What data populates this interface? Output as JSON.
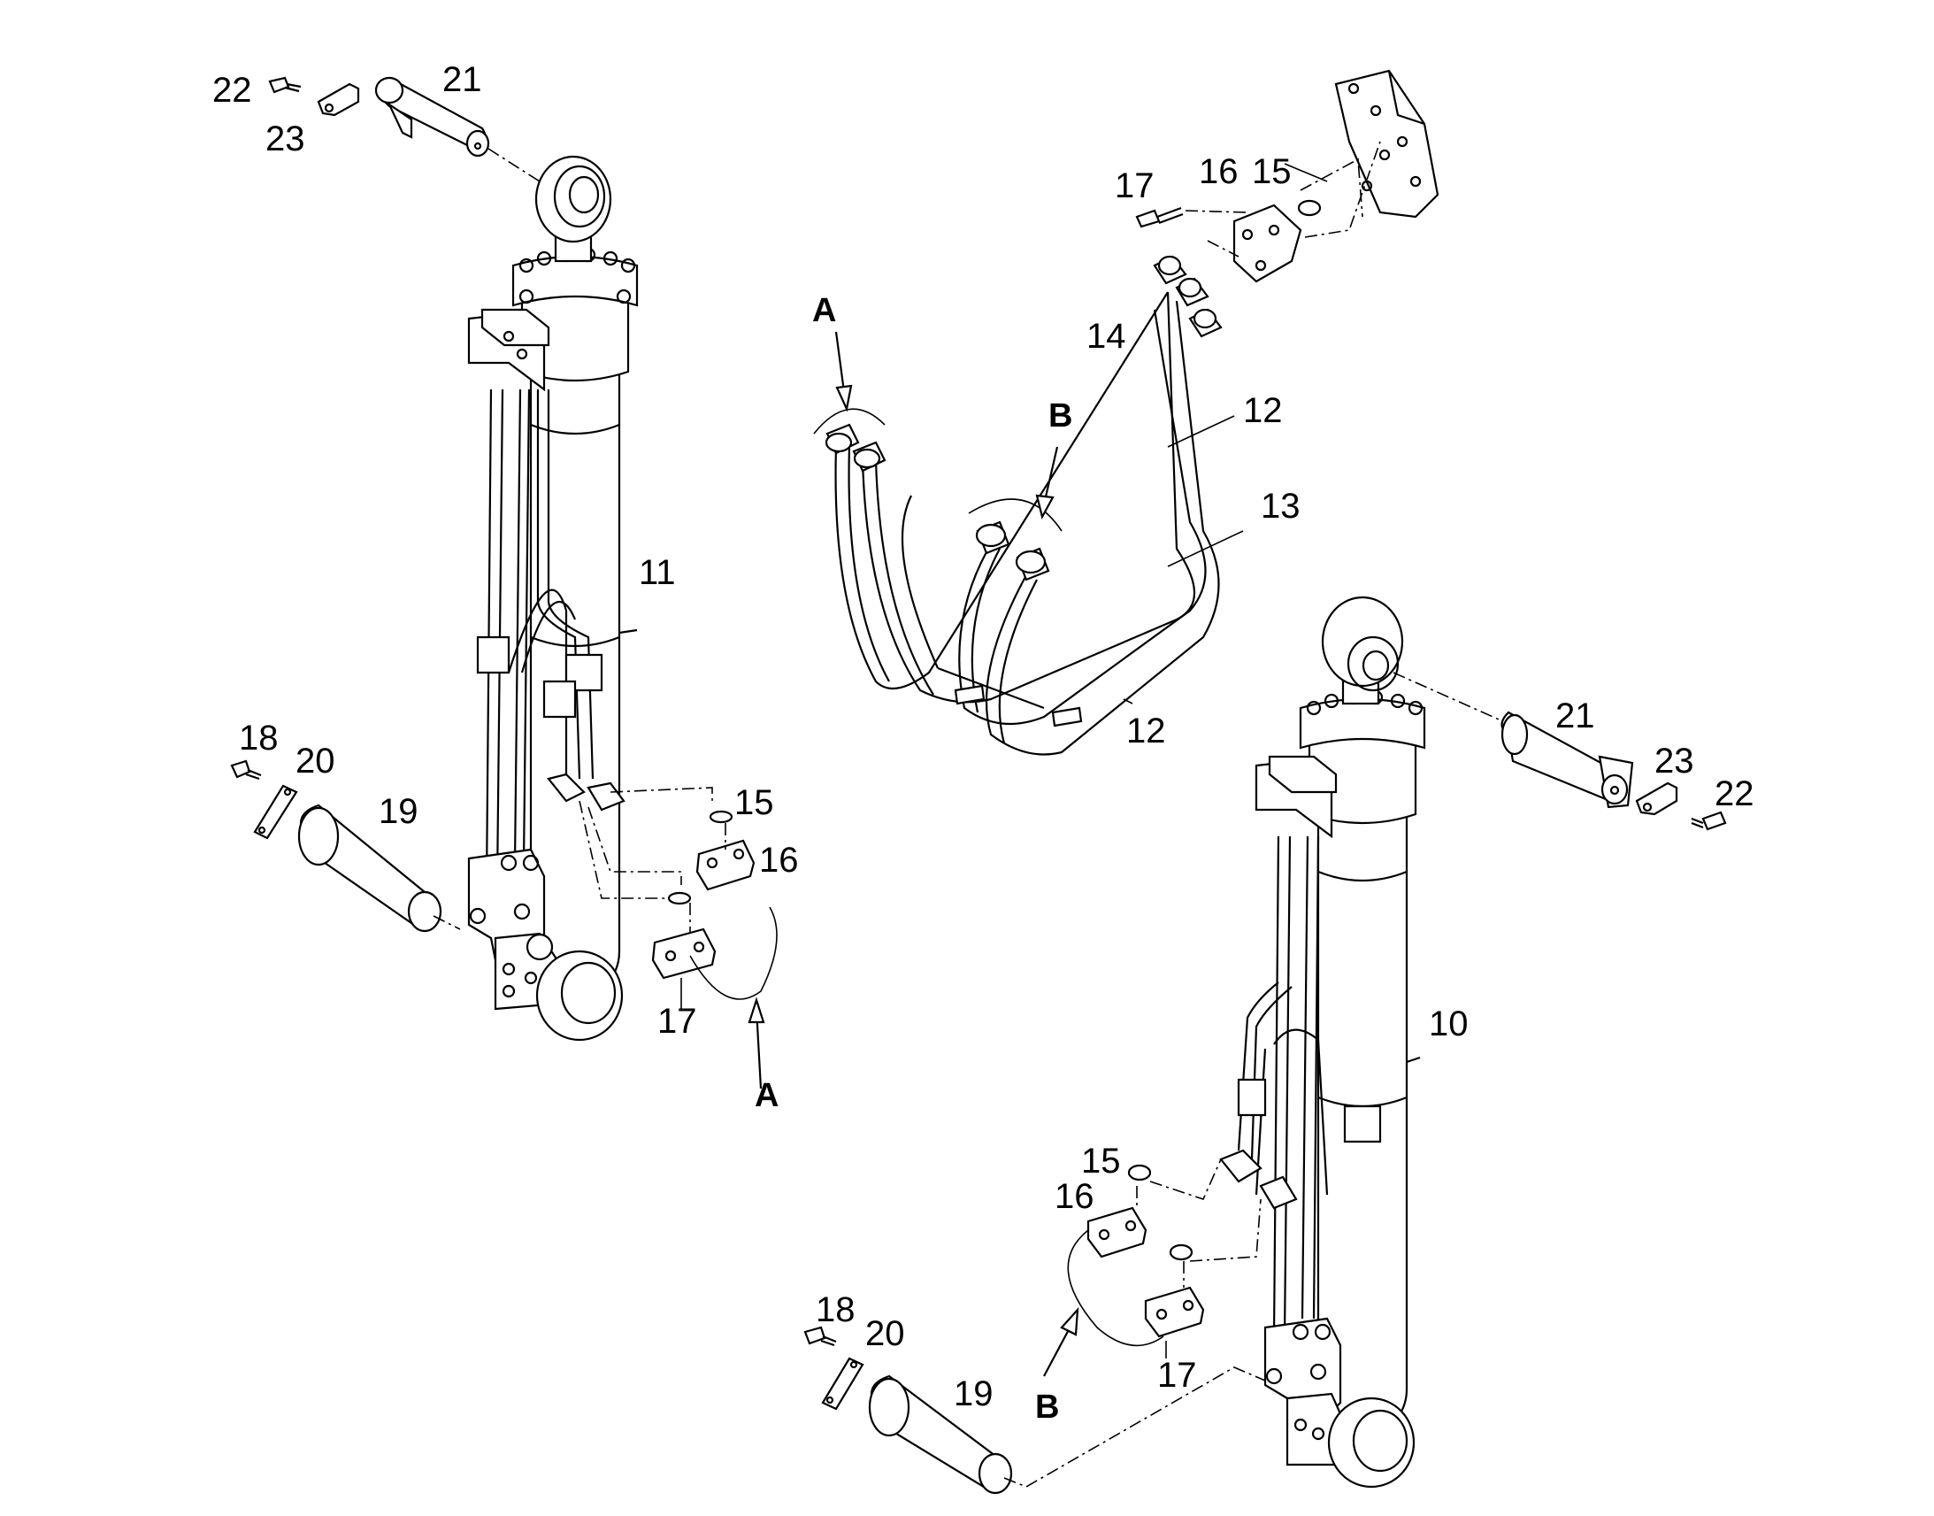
{
  "callouts": {
    "c22a": "22",
    "c23a": "23",
    "c21a": "21",
    "c17a": "17",
    "c16a": "16",
    "c15a": "15",
    "c14": "14",
    "c12a": "12",
    "c13": "13",
    "c12b": "12",
    "c11": "11",
    "c18a": "18",
    "c20a": "20",
    "c19a": "19",
    "c15b": "15",
    "c16b": "16",
    "c17b": "17",
    "c21b": "21",
    "c23b": "23",
    "c22b": "22",
    "c10": "10",
    "c15c": "15",
    "c16c": "16",
    "c17c": "17",
    "c18b": "18",
    "c20b": "20",
    "c19b": "19"
  },
  "view_labels": {
    "a_top": "A",
    "a_bottom": "A",
    "b_top": "B",
    "b_bottom": "B"
  }
}
